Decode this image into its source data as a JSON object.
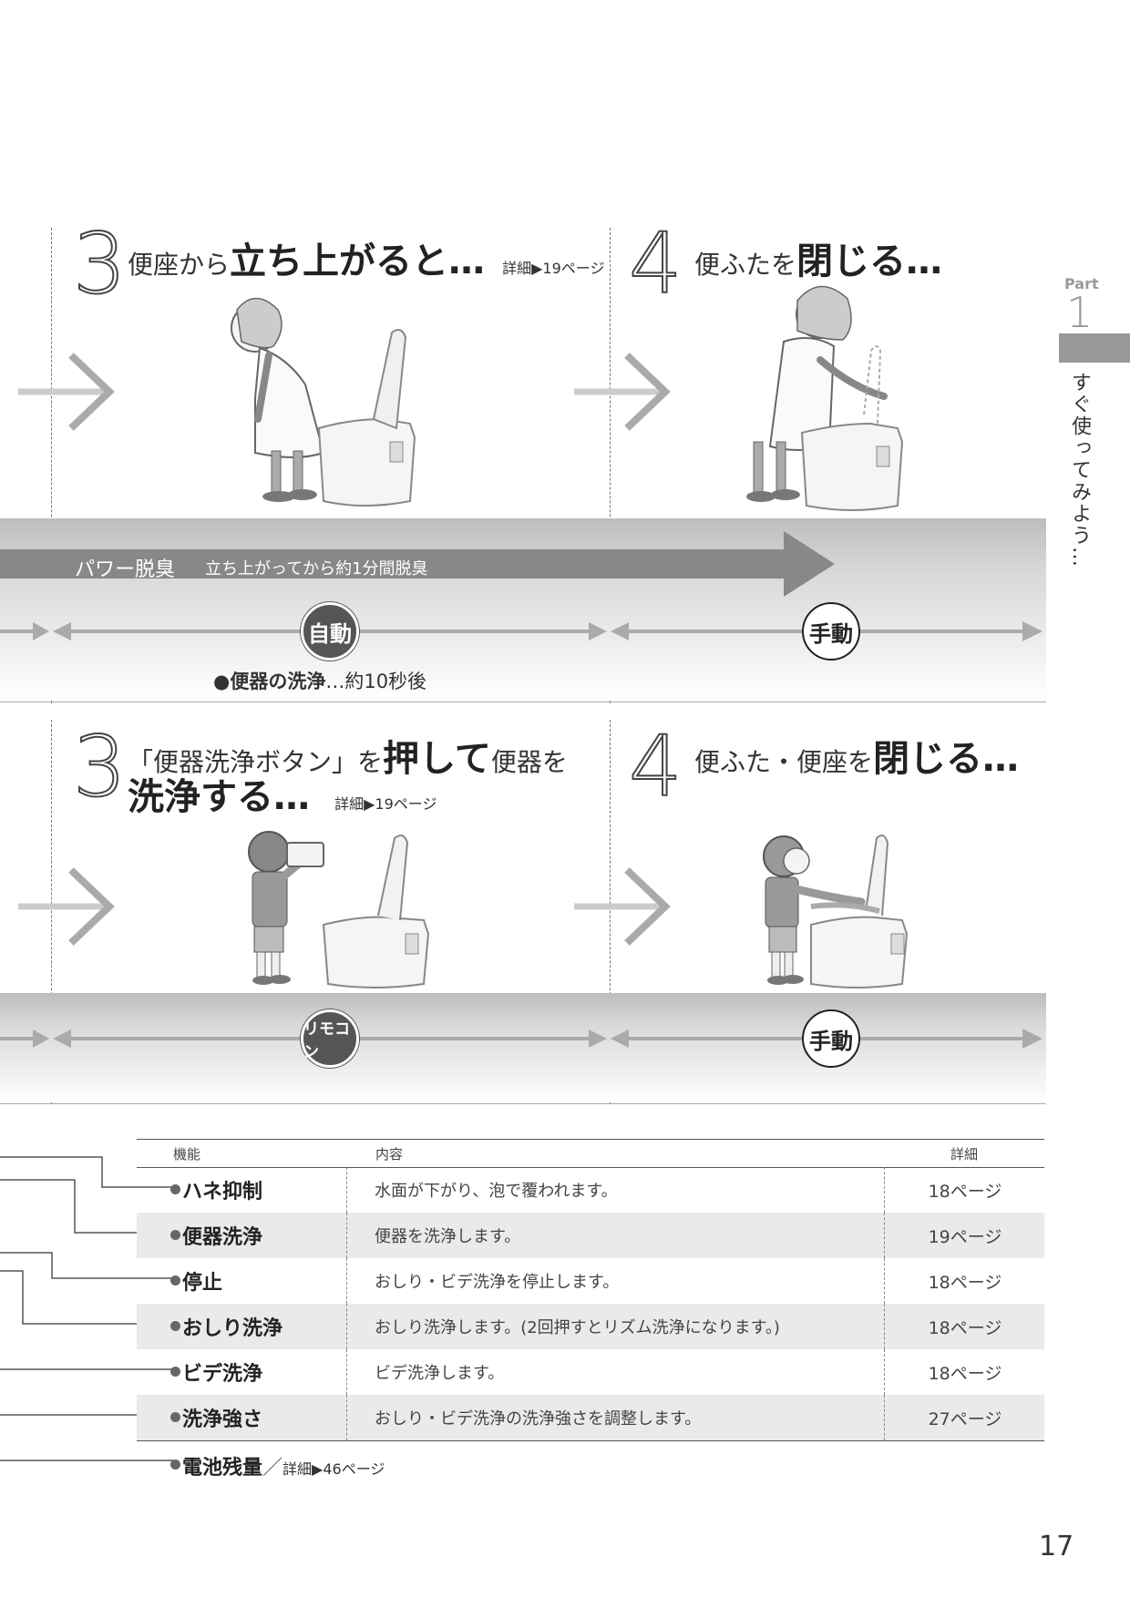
{
  "side": {
    "part_label": "Part",
    "part_number": "1",
    "vertical_title": "すぐ使ってみよう…"
  },
  "section1": {
    "step3": {
      "num": "3",
      "pre": "便座から",
      "bold": "立ち上がると…",
      "detail": "詳細▶19ページ"
    },
    "step4": {
      "num": "4",
      "pre": "便ふたを",
      "bold": "閉じる…"
    },
    "band": {
      "arrow_label": "パワー脱臭",
      "arrow_desc": "立ち上がってから約1分間脱臭",
      "badge_auto": "自動",
      "badge_manual": "手動",
      "note": "●便器の洗浄",
      "note_rest": "…約10秒後"
    }
  },
  "section2": {
    "step3": {
      "num": "3",
      "pre": "「便器洗浄ボタン」を",
      "bold": "押して",
      "post": "便器を",
      "line2_bold": "洗浄する…",
      "detail": "詳細▶19ページ"
    },
    "step4": {
      "num": "4",
      "pre": "便ふた・便座を",
      "bold": "閉じる…"
    },
    "band": {
      "badge_remote": "リモコン",
      "badge_manual": "手動"
    }
  },
  "table": {
    "headers": [
      "機能",
      "内容",
      "詳細"
    ],
    "rows": [
      {
        "name": "ハネ抑制",
        "desc": "水面が下がり、泡で覆われます。",
        "page": "18ページ"
      },
      {
        "name": "便器洗浄",
        "desc": "便器を洗浄します。",
        "page": "19ページ"
      },
      {
        "name": "停止",
        "desc": "おしり・ビデ洗浄を停止します。",
        "page": "18ページ"
      },
      {
        "name": "おしり洗浄",
        "desc": "おしり洗浄します。(2回押すとリズム洗浄になります。)",
        "page": "18ページ"
      },
      {
        "name": "ビデ洗浄",
        "desc": "ビデ洗浄します。",
        "page": "18ページ"
      },
      {
        "name": "洗浄強さ",
        "desc": "おしり・ビデ洗浄の洗浄強さを調整します。",
        "page": "27ページ"
      }
    ],
    "footer": {
      "name": "電池残量",
      "sep": "／",
      "detail": "詳細▶46ページ"
    }
  },
  "page_number": "17"
}
